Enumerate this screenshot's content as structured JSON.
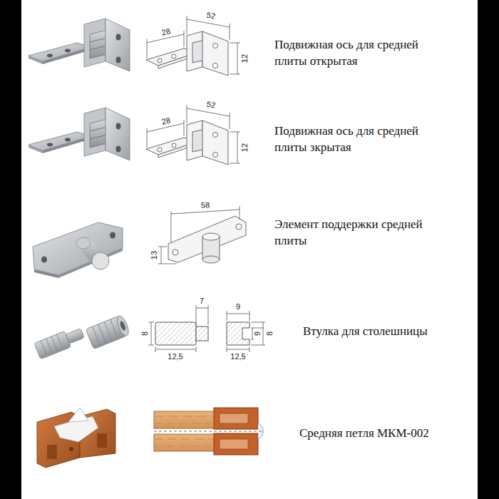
{
  "diagram": {
    "labels": [
      "52",
      "28",
      "12",
      "Подвижная ось для средней плиты открытая",
      "52",
      "28",
      "12",
      "Подвижная ось для средней плиты зкрытая",
      "58",
      "13",
      "Элемент поддержки средней плиты",
      "7",
      "8",
      "12,5",
      "9",
      "9",
      "8",
      "12,5",
      "Втулка для столешницы",
      "Средняя петля МКМ-002"
    ]
  }
}
